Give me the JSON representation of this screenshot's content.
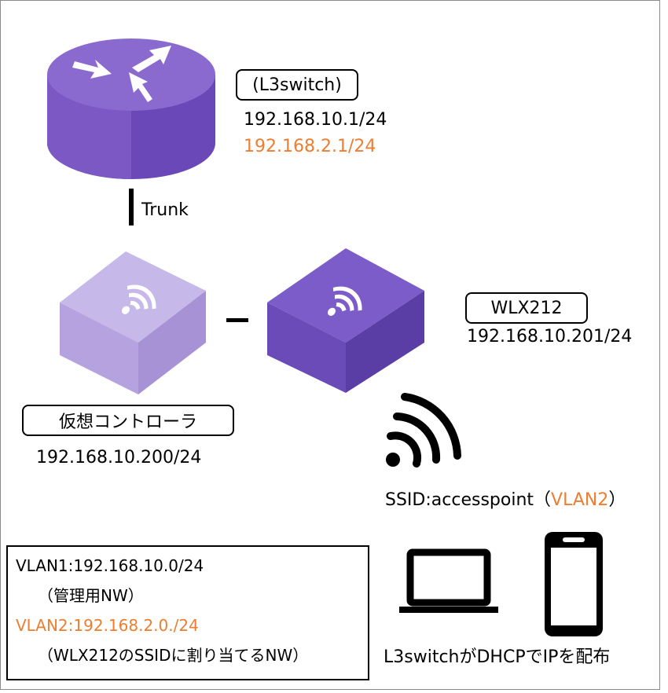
{
  "router": {
    "name": "(L3switch)",
    "ip_vlan1": "192.168.10.1/24",
    "ip_vlan2": "192.168.2.1/24"
  },
  "link_label": "Trunk",
  "virtual_controller": {
    "name": "仮想コントローラ",
    "ip": "192.168.10.200/24"
  },
  "ap_link": "–",
  "wlx": {
    "name": "WLX212",
    "ip": "192.168.10.201/24"
  },
  "ssid": {
    "prefix": "SSID:accesspoint（",
    "vlan": "VLAN2",
    "suffix": "）"
  },
  "legend": {
    "line1": "VLAN1:192.168.10.0/24",
    "line2": "（管理用NW）",
    "line3": "VLAN2:192.168.2.0./24",
    "line4": "（WLX212のSSIDに割り当てるNW）"
  },
  "dhcp_note": "L3switchがDHCPでIPを配布",
  "colors": {
    "router_purple": "#7b58c4",
    "ap_light": "#b9a7e0",
    "ap_dark": "#7050bf",
    "orange": "#ed7d31"
  }
}
